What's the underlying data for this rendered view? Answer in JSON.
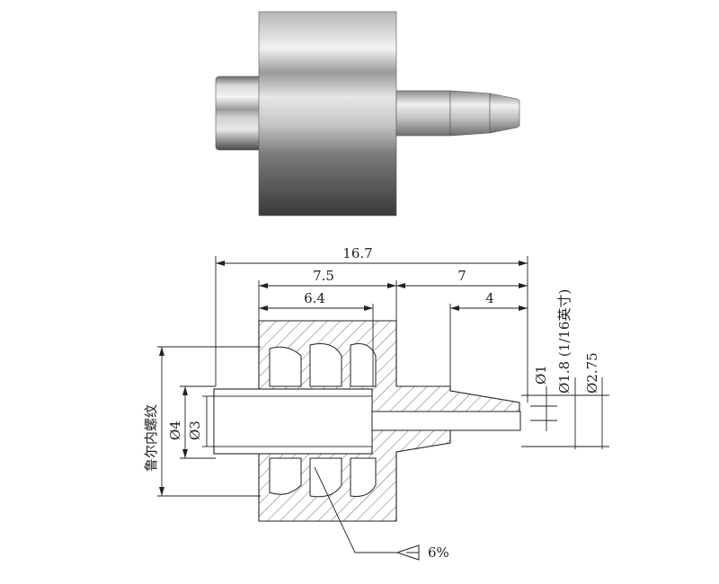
{
  "dimensions": {
    "overall_length": "16.7",
    "thread_section_length": "7.5",
    "barb_section_length": "7",
    "thread_depth": "6.4",
    "barb_tip_length": "4",
    "bore_diameter": "Ø1",
    "barb_small_diameter": "Ø1.8 (1/16英寸)",
    "barb_large_diameter": "Ø2.75",
    "luer_outer_diameter": "Ø4",
    "luer_inner_diameter": "Ø3",
    "thread_label": "鲁尔内螺纹",
    "taper_label": "6%"
  }
}
